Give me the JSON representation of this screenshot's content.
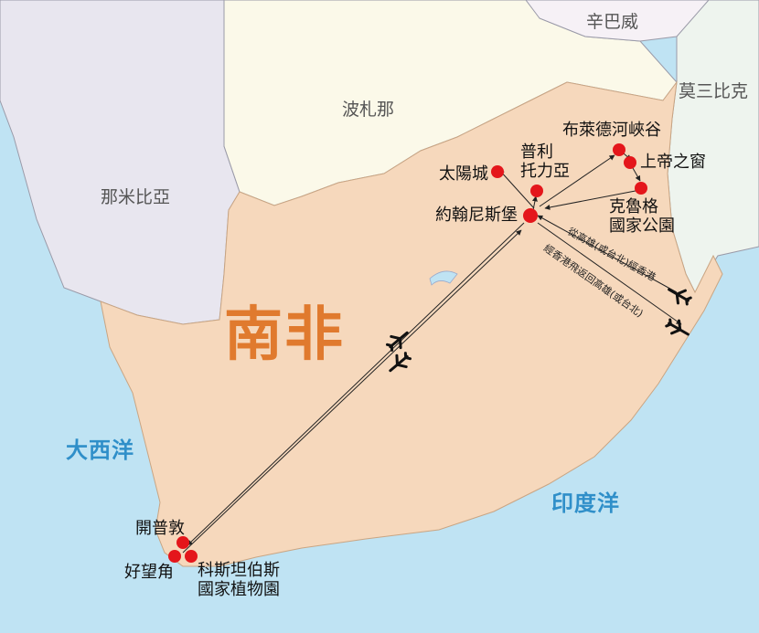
{
  "map": {
    "title": "南非",
    "countries": {
      "zimbabwe": "辛巴威",
      "mozambique": "莫三比克",
      "botswana": "波札那",
      "namibia": "那米比亞"
    },
    "oceans": {
      "atlantic": "大西洋",
      "indian": "印度洋"
    },
    "cities": {
      "blyde": "布萊德河峽谷",
      "gods_window": "上帝之窗",
      "pretoria": "普利\n托力亞",
      "sun_city": "太陽城",
      "kruger": "克魯格\n國家公園",
      "johannesburg": "約翰尼斯堡",
      "cape_town": "開普敦",
      "cape_good_hope": "好望角",
      "kirstenbosch": "科斯坦伯斯\n國家植物園"
    },
    "routes": {
      "inbound": "從高雄(或台北)經香港",
      "outbound": "經香港飛返回高雄(或台北)"
    },
    "colors": {
      "sea": "#bfe3f3",
      "south_africa": "#f6d8bc",
      "neighbors_light": "#fbf9e9",
      "namibia": "#e8e6ef",
      "mozambique": "#eef4ee",
      "dot": "#e4161b",
      "title": "#e07a2e",
      "ocean_text": "#2f8fc9"
    }
  }
}
